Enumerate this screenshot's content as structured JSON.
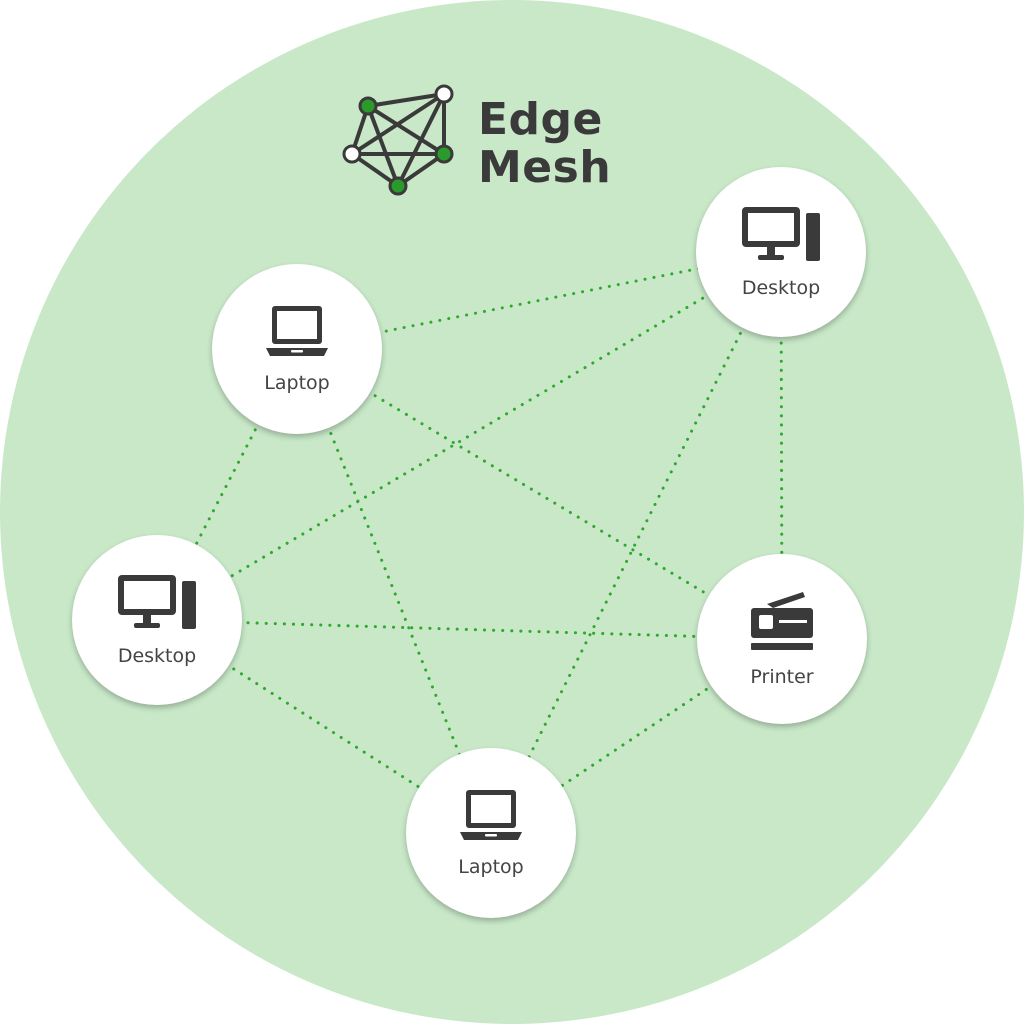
{
  "logo": {
    "line1": "Edge",
    "line2": "Mesh",
    "icon": "mesh-network-icon"
  },
  "colors": {
    "background_circle": "#c8e8c8",
    "link": "#2ea82e",
    "logo_green": "#2a9a2a",
    "text_dark": "#3a3a3a"
  },
  "nodes": {
    "laptop_top": {
      "label": "Laptop",
      "icon": "laptop-icon"
    },
    "desktop_topright": {
      "label": "Desktop",
      "icon": "desktop-icon"
    },
    "desktop_left": {
      "label": "Desktop",
      "icon": "desktop-icon"
    },
    "printer": {
      "label": "Printer",
      "icon": "printer-icon"
    },
    "laptop_bottom": {
      "label": "Laptop",
      "icon": "laptop-icon"
    }
  },
  "links": [
    [
      "laptop_top",
      "desktop_topright"
    ],
    [
      "laptop_top",
      "desktop_left"
    ],
    [
      "laptop_top",
      "laptop_bottom"
    ],
    [
      "laptop_top",
      "printer"
    ],
    [
      "desktop_topright",
      "desktop_left"
    ],
    [
      "desktop_topright",
      "laptop_bottom"
    ],
    [
      "desktop_topright",
      "printer"
    ],
    [
      "desktop_left",
      "printer"
    ],
    [
      "desktop_left",
      "laptop_bottom"
    ],
    [
      "printer",
      "laptop_bottom"
    ]
  ]
}
